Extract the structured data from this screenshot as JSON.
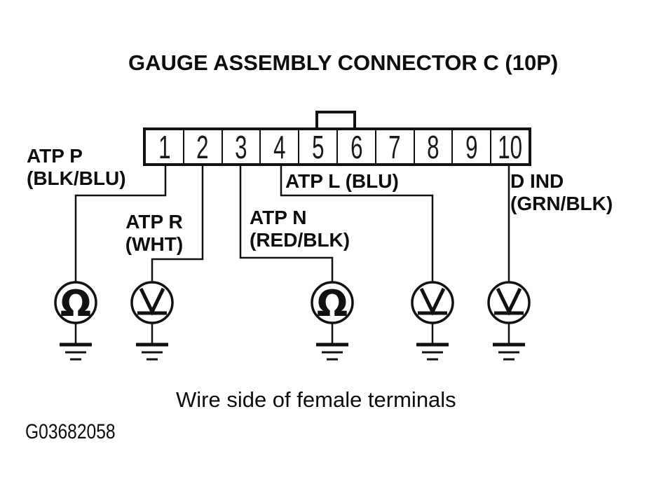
{
  "title": "GAUGE ASSEMBLY CONNECTOR C (10P)",
  "connector": {
    "pins": [
      "1",
      "2",
      "3",
      "4",
      "5",
      "6",
      "7",
      "8",
      "9",
      "10"
    ]
  },
  "wires": [
    {
      "name": "ATP P",
      "color_code": "(BLK/BLU)",
      "pin": "1",
      "terminal": "ohmmeter"
    },
    {
      "name": "ATP R",
      "color_code": "(WHT)",
      "pin": "2",
      "terminal": "voltmeter"
    },
    {
      "name": "ATP N",
      "color_code": "(RED/BLK)",
      "pin": "3",
      "terminal": "ohmmeter"
    },
    {
      "name": "ATP L",
      "color_code": "(BLU)",
      "pin": "4",
      "terminal": "voltmeter"
    },
    {
      "name": "D IND",
      "color_code": "(GRN/BLK)",
      "pin": "10",
      "terminal": "voltmeter"
    }
  ],
  "symbols": {
    "ohmmeter": "Ω",
    "voltmeter": "V",
    "ground": "earth-ground"
  },
  "caption": "Wire side of female terminals",
  "figure_id": "G03682058",
  "colors": {
    "ink": "#111111",
    "background": "#ffffff"
  }
}
